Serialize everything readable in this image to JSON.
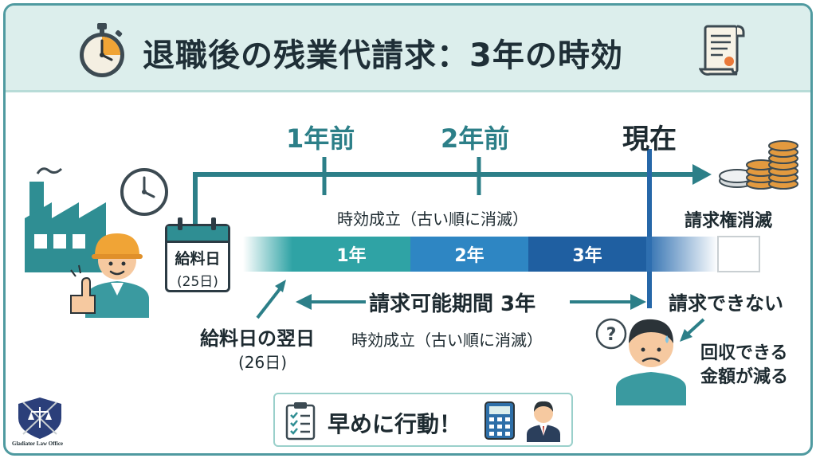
{
  "title": "退職後の残業代請求：3年の時効",
  "timeline": {
    "marker_1": "1年前",
    "marker_2": "2年前",
    "marker_now": "現在",
    "prescription_note": "時効成立（古い順に消滅）",
    "right_label": "請求権消滅",
    "payday": "給料日",
    "payday_date": "(25日)",
    "segments": [
      "1年",
      "2年",
      "3年"
    ],
    "period_label": "請求可能期間 3年",
    "next_day": "給料日の翌日",
    "next_day_date": "(26日)",
    "prescription_note_2": "時効成立（古い順に消滅）",
    "cannot_claim": "請求できない",
    "reduced_line1": "回収できる",
    "reduced_line2": "金額が減る"
  },
  "action": {
    "label": "早めに行動！"
  },
  "logo": {
    "text": "Gladiator Law Office"
  },
  "colors": {
    "teal": "#2c7f88",
    "seg1": "#2fa3a5",
    "seg2": "#2e86c3",
    "seg3": "#1f5fa1",
    "header_bg": "#dceeec"
  }
}
